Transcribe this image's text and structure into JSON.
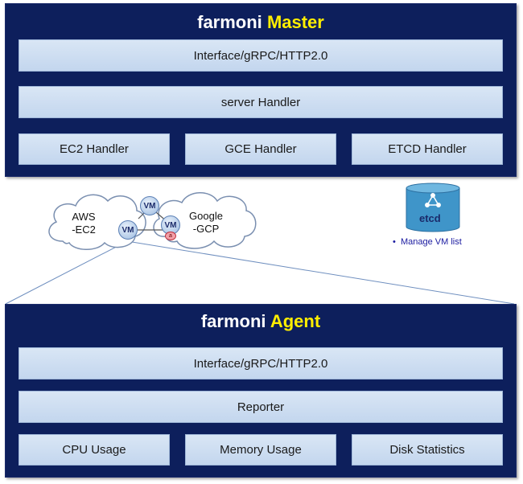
{
  "master": {
    "title_main": "farmoni",
    "title_accent": "Master",
    "interface": "Interface/gRPC/HTTP2.0",
    "handler": "server Handler",
    "sub": [
      "EC2 Handler",
      "GCE Handler",
      "ETCD Handler"
    ]
  },
  "clouds": {
    "aws": [
      "AWS",
      "-EC2"
    ],
    "google": [
      "Google",
      "-GCP"
    ],
    "vm": "VM",
    "agent_badge": "a"
  },
  "etcd": {
    "label": "etcd",
    "note": "Manage VM list"
  },
  "agent": {
    "title_main": "farmoni",
    "title_accent": "Agent",
    "interface": "Interface/gRPC/HTTP2.0",
    "reporter": "Reporter",
    "sub": [
      "CPU Usage",
      "Memory Usage",
      "Disk Statistics"
    ]
  },
  "colors": {
    "panel": "#0d1f5c",
    "accent": "#ffee00",
    "box": "#c9dbf0",
    "etcd": "#3f95c9"
  }
}
